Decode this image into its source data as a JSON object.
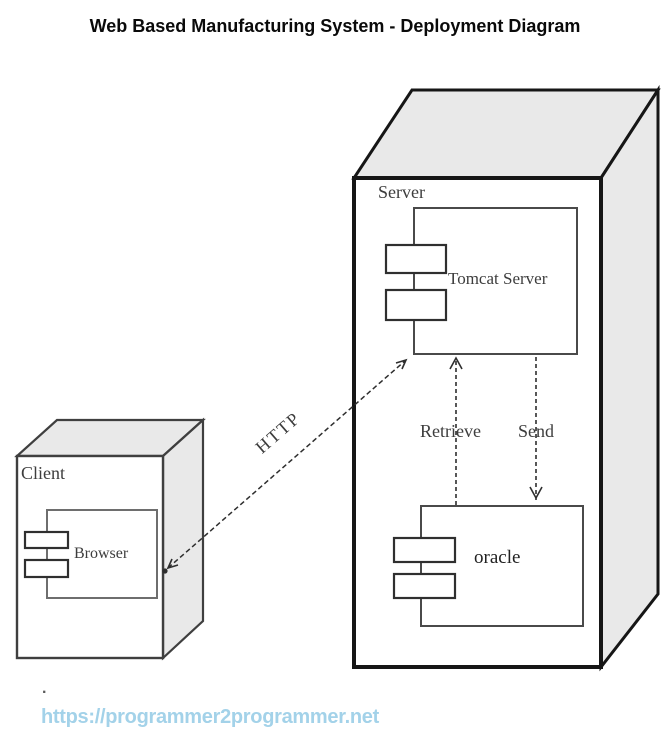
{
  "title": "Web Based Manufacturing System - Deployment Diagram",
  "nodes": {
    "server": {
      "label": "Server"
    },
    "client": {
      "label": "Client"
    }
  },
  "components": {
    "tomcat": {
      "label": "Tomcat Server",
      "node": "Server"
    },
    "oracle": {
      "label": "oracle",
      "node": "Server"
    },
    "browser": {
      "label": "Browser",
      "node": "Client"
    }
  },
  "connections": {
    "http": {
      "label": "HTTP",
      "style": "dashed",
      "between": [
        "Browser",
        "Tomcat Server"
      ],
      "arrowheads": "both"
    },
    "retrieve": {
      "label": "Retrieve",
      "style": "dashed",
      "between": [
        "oracle",
        "Tomcat Server"
      ],
      "arrowheads": "up"
    },
    "send": {
      "label": "Send",
      "style": "dashed",
      "between": [
        "Tomcat Server",
        "oracle"
      ],
      "arrowheads": "down"
    }
  },
  "footer": {
    "dot": ".",
    "url": "https://programmer2programmer.net"
  },
  "colors": {
    "background": "#FFFFFF",
    "face_gray": "#E9E9E9",
    "node_border": "#161616",
    "client_border": "#3F3F3F",
    "component_border": "#4A4A4A",
    "port_border": "#2F2F2F",
    "label": "#3D3D3D",
    "dash": "#2E2E2E",
    "title": "#0A0A0A",
    "url": "#A3D2E9",
    "dot": "#5A5A5A"
  }
}
